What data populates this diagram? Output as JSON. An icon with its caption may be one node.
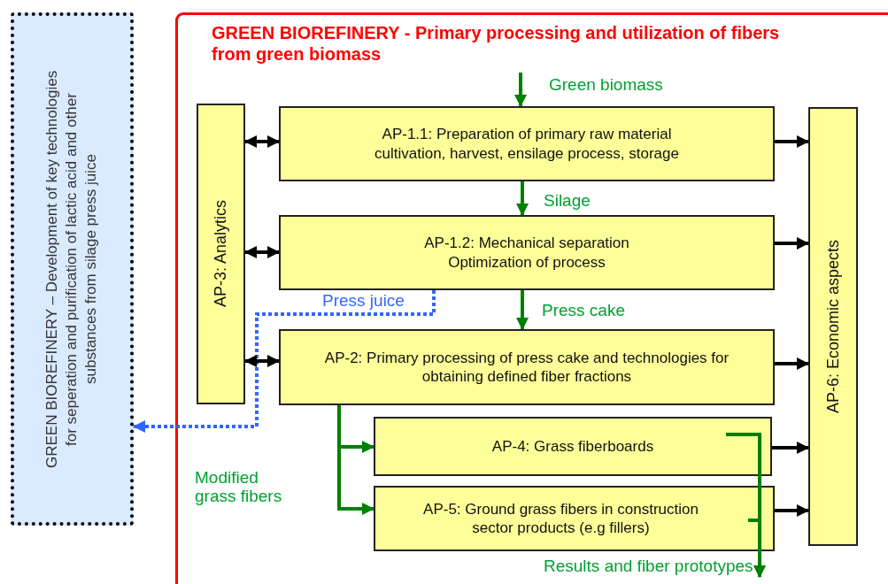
{
  "diagram": {
    "nodes": [
      {
        "text": [
          "GREEN BIOREFINERY - Primary processing and utilization of fibers from green biomass"
        ]
      },
      {
        "text": [
          "GREEN BIOREFINERY – Development of key technologies for seperation and purification of lactic acid and other substances from silage press juice"
        ]
      },
      {
        "text": [
          "AP-3: Analytics"
        ],
        "in": 0
      },
      {
        "text": [
          "AP-1.1: Preparation of primary raw material",
          "cultivation, harvest, ensilage process, storage"
        ],
        "in": 0
      },
      {
        "text": [
          "AP-1.2: Mechanical separation",
          "Optimization of process"
        ],
        "in": 0
      },
      {
        "text": [
          "AP-2: Primary processing of press cake and technologies for obtaining defined fiber fractions"
        ],
        "in": 0
      },
      {
        "text": [
          "AP-4: Grass fiberboards"
        ],
        "in": 0
      },
      {
        "text": [
          "AP-5: Ground grass fibers in construction sector products (e.g fillers)"
        ],
        "in": 0
      },
      {
        "text": [
          "AP-6: Economic aspects"
        ],
        "in": 0
      }
    ],
    "edges": [
      {
        "from": null,
        "to": 3,
        "arrow": "to",
        "label": "Green biomass",
        "color": "#008000"
      },
      {
        "from": 3,
        "to": 4,
        "arrow": "to",
        "label": "Silage",
        "color": "#008000"
      },
      {
        "from": 4,
        "to": 5,
        "arrow": "to",
        "label": "Press cake",
        "color": "#008000"
      },
      {
        "from": 4,
        "to": 1,
        "arrow": "to",
        "label": "Press juice",
        "style": "dashed",
        "color": "#3366ff"
      },
      {
        "from": 5,
        "to": 6,
        "arrow": "to",
        "color": "#008000"
      },
      {
        "from": 5,
        "to": 7,
        "arrow": "to",
        "color": "#008000"
      },
      {
        "from": 6,
        "to": null,
        "arrow": "to",
        "color": "#008000"
      },
      {
        "from": 7,
        "to": null,
        "arrow": "to",
        "label": "Results and fiber prototypes",
        "color": "#008000"
      },
      {
        "from": 2,
        "to": 3,
        "arrow": "both"
      },
      {
        "from": 2,
        "to": 4,
        "arrow": "both"
      },
      {
        "from": 2,
        "to": 5,
        "arrow": "both"
      },
      {
        "from": 3,
        "to": 8,
        "arrow": "to"
      },
      {
        "from": 4,
        "to": 8,
        "arrow": "to"
      },
      {
        "from": 5,
        "to": 8,
        "arrow": "to"
      },
      {
        "from": 6,
        "to": 8,
        "arrow": "to"
      },
      {
        "from": 7,
        "to": 8,
        "arrow": "to"
      }
    ],
    "labels": [
      "Modified grass fibers"
    ]
  }
}
